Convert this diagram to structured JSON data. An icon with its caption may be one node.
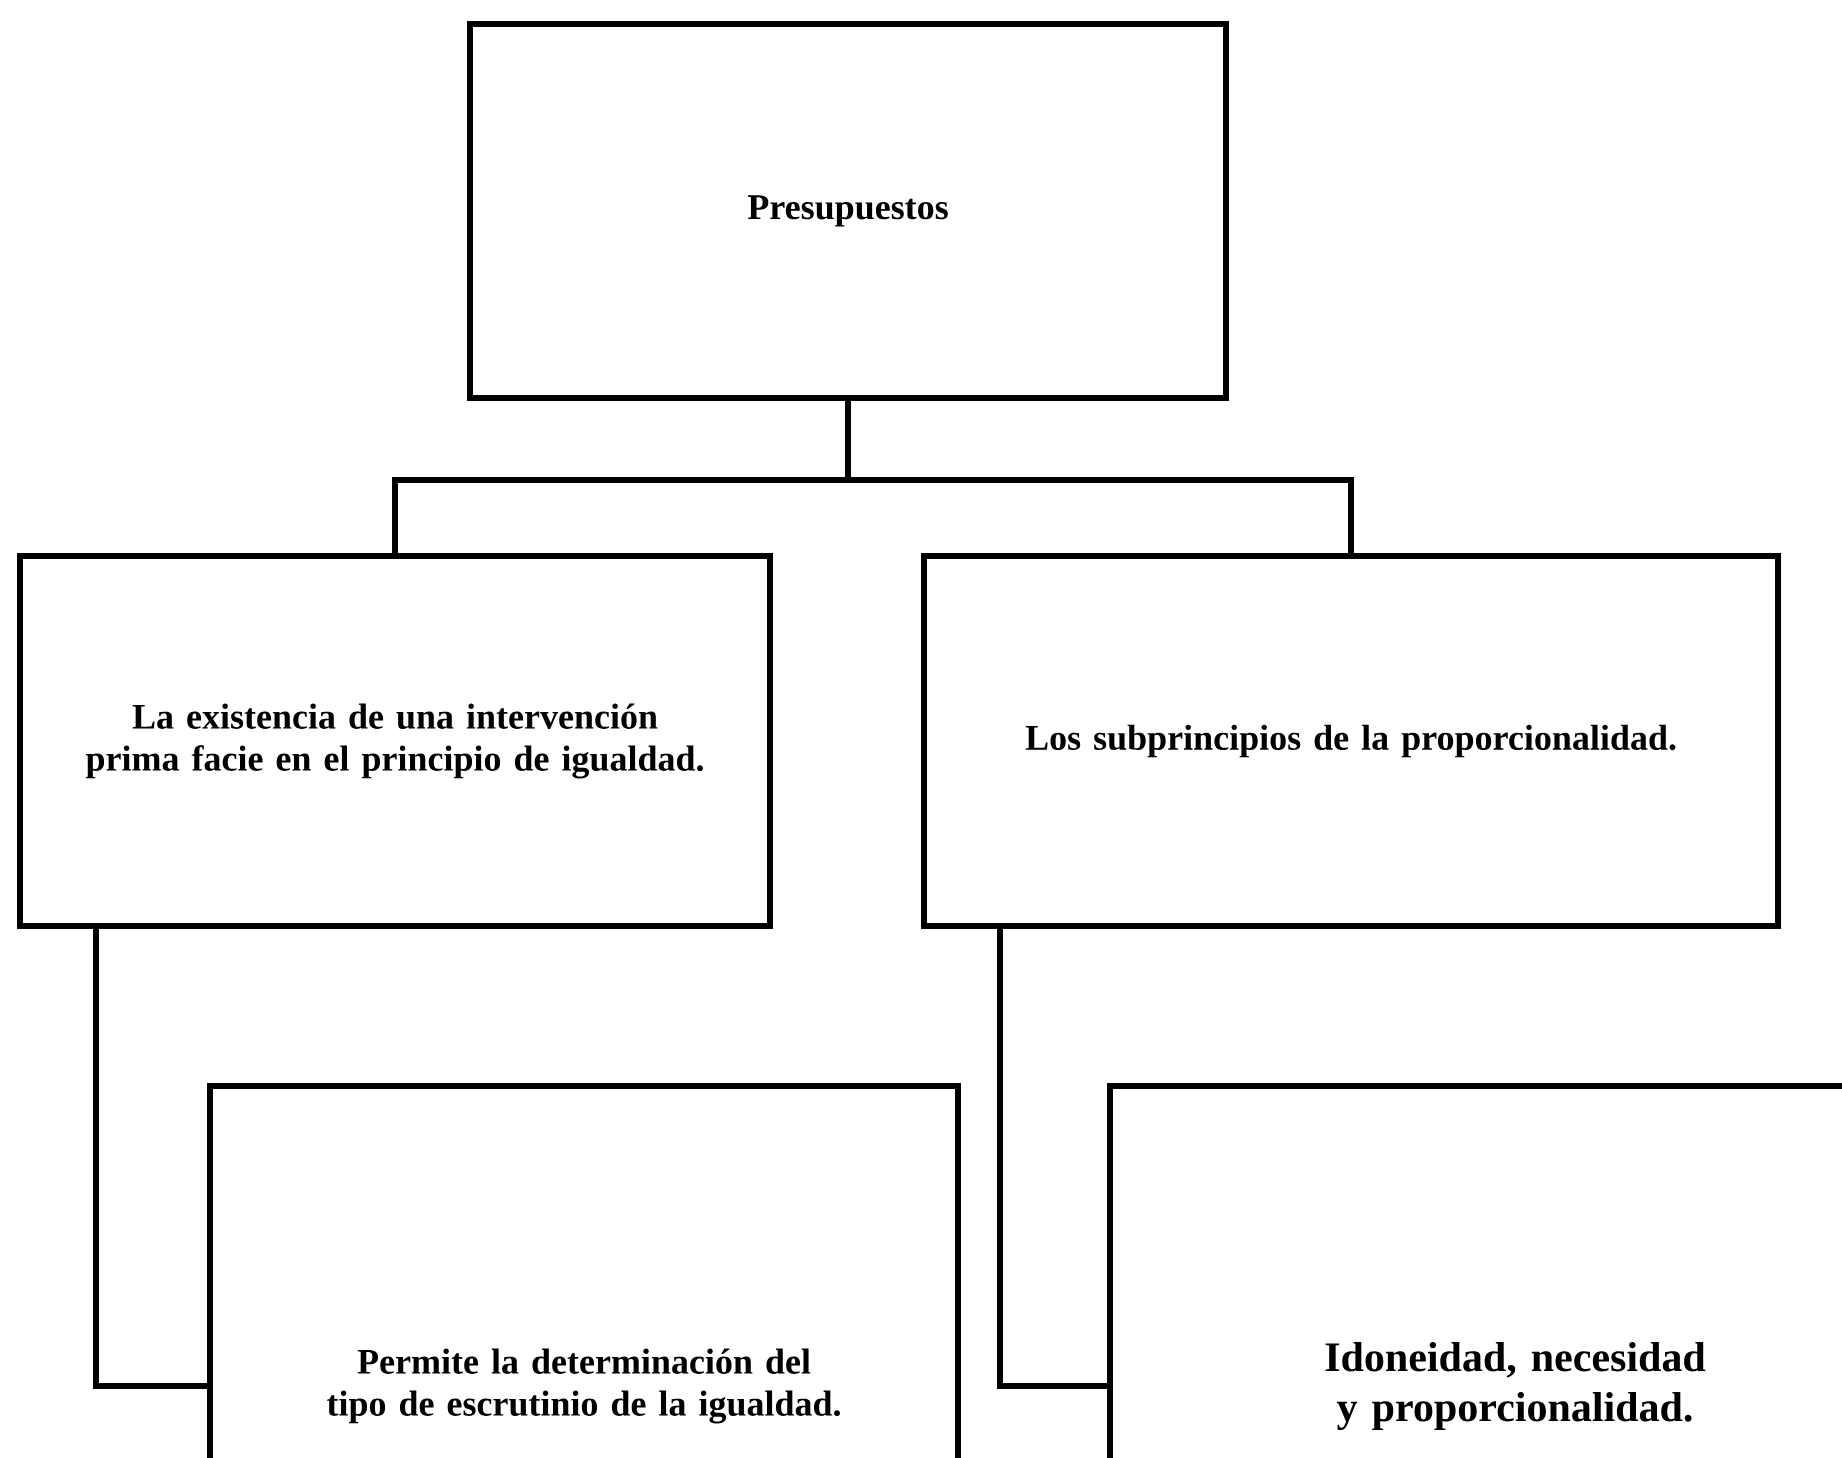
{
  "diagram": {
    "nodes": [
      {
        "text": [
          "Presupuestos"
        ]
      },
      {
        "text": [
          "La existencia de una intervención prima facie en el principio de igualdad."
        ]
      },
      {
        "text": [
          "Los subprincipios de la proporcionalidad."
        ]
      },
      {
        "text": [
          "Permite la determinación del tipo de escrutinio de la igualdad."
        ]
      },
      {
        "text": [
          "Idoneidad, necesidad y proporcionalidad."
        ]
      }
    ],
    "edges": [
      {
        "from": 0,
        "to": 1,
        "arrow": "none"
      },
      {
        "from": 0,
        "to": 2,
        "arrow": "none"
      },
      {
        "from": 1,
        "to": 3,
        "arrow": "none"
      },
      {
        "from": 2,
        "to": 4,
        "arrow": "none"
      }
    ]
  }
}
